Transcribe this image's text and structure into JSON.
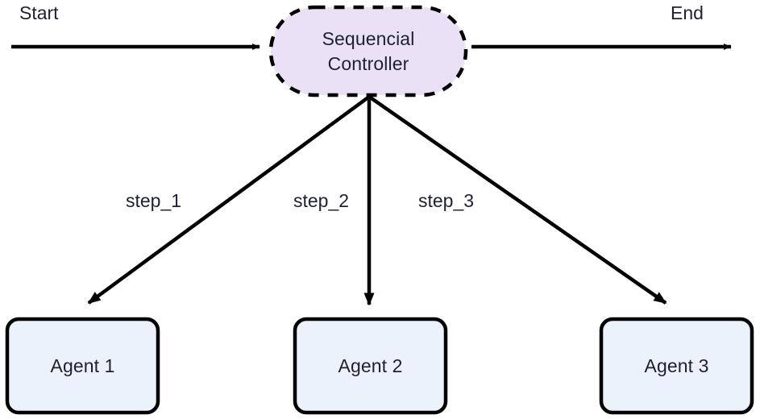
{
  "diagram": {
    "type": "flowchart",
    "orientation": "top-down",
    "background_color": "#ffffff",
    "stroke_color": "#000000",
    "text_color": "#1f2033"
  },
  "terminals": {
    "start_label": "Start",
    "end_label": "End"
  },
  "controller": {
    "shape": "stadium",
    "border_style": "dashed",
    "fill_color": "#ebe1f7",
    "border_color": "#000000",
    "line_1": "Sequencial",
    "line_2": "Controller"
  },
  "edges": [
    {
      "label": "step_1",
      "from": "controller",
      "to": "agent-1"
    },
    {
      "label": "step_2",
      "from": "controller",
      "to": "agent-2"
    },
    {
      "label": "step_3",
      "from": "controller",
      "to": "agent-3"
    }
  ],
  "agents": [
    {
      "label": "Agent 1",
      "fill_color": "#ecf2fc",
      "border_color": "#000000",
      "shape": "rounded-rect"
    },
    {
      "label": "Agent 2",
      "fill_color": "#ecf2fc",
      "border_color": "#000000",
      "shape": "rounded-rect"
    },
    {
      "label": "Agent 3",
      "fill_color": "#ecf2fc",
      "border_color": "#000000",
      "shape": "rounded-rect"
    }
  ]
}
